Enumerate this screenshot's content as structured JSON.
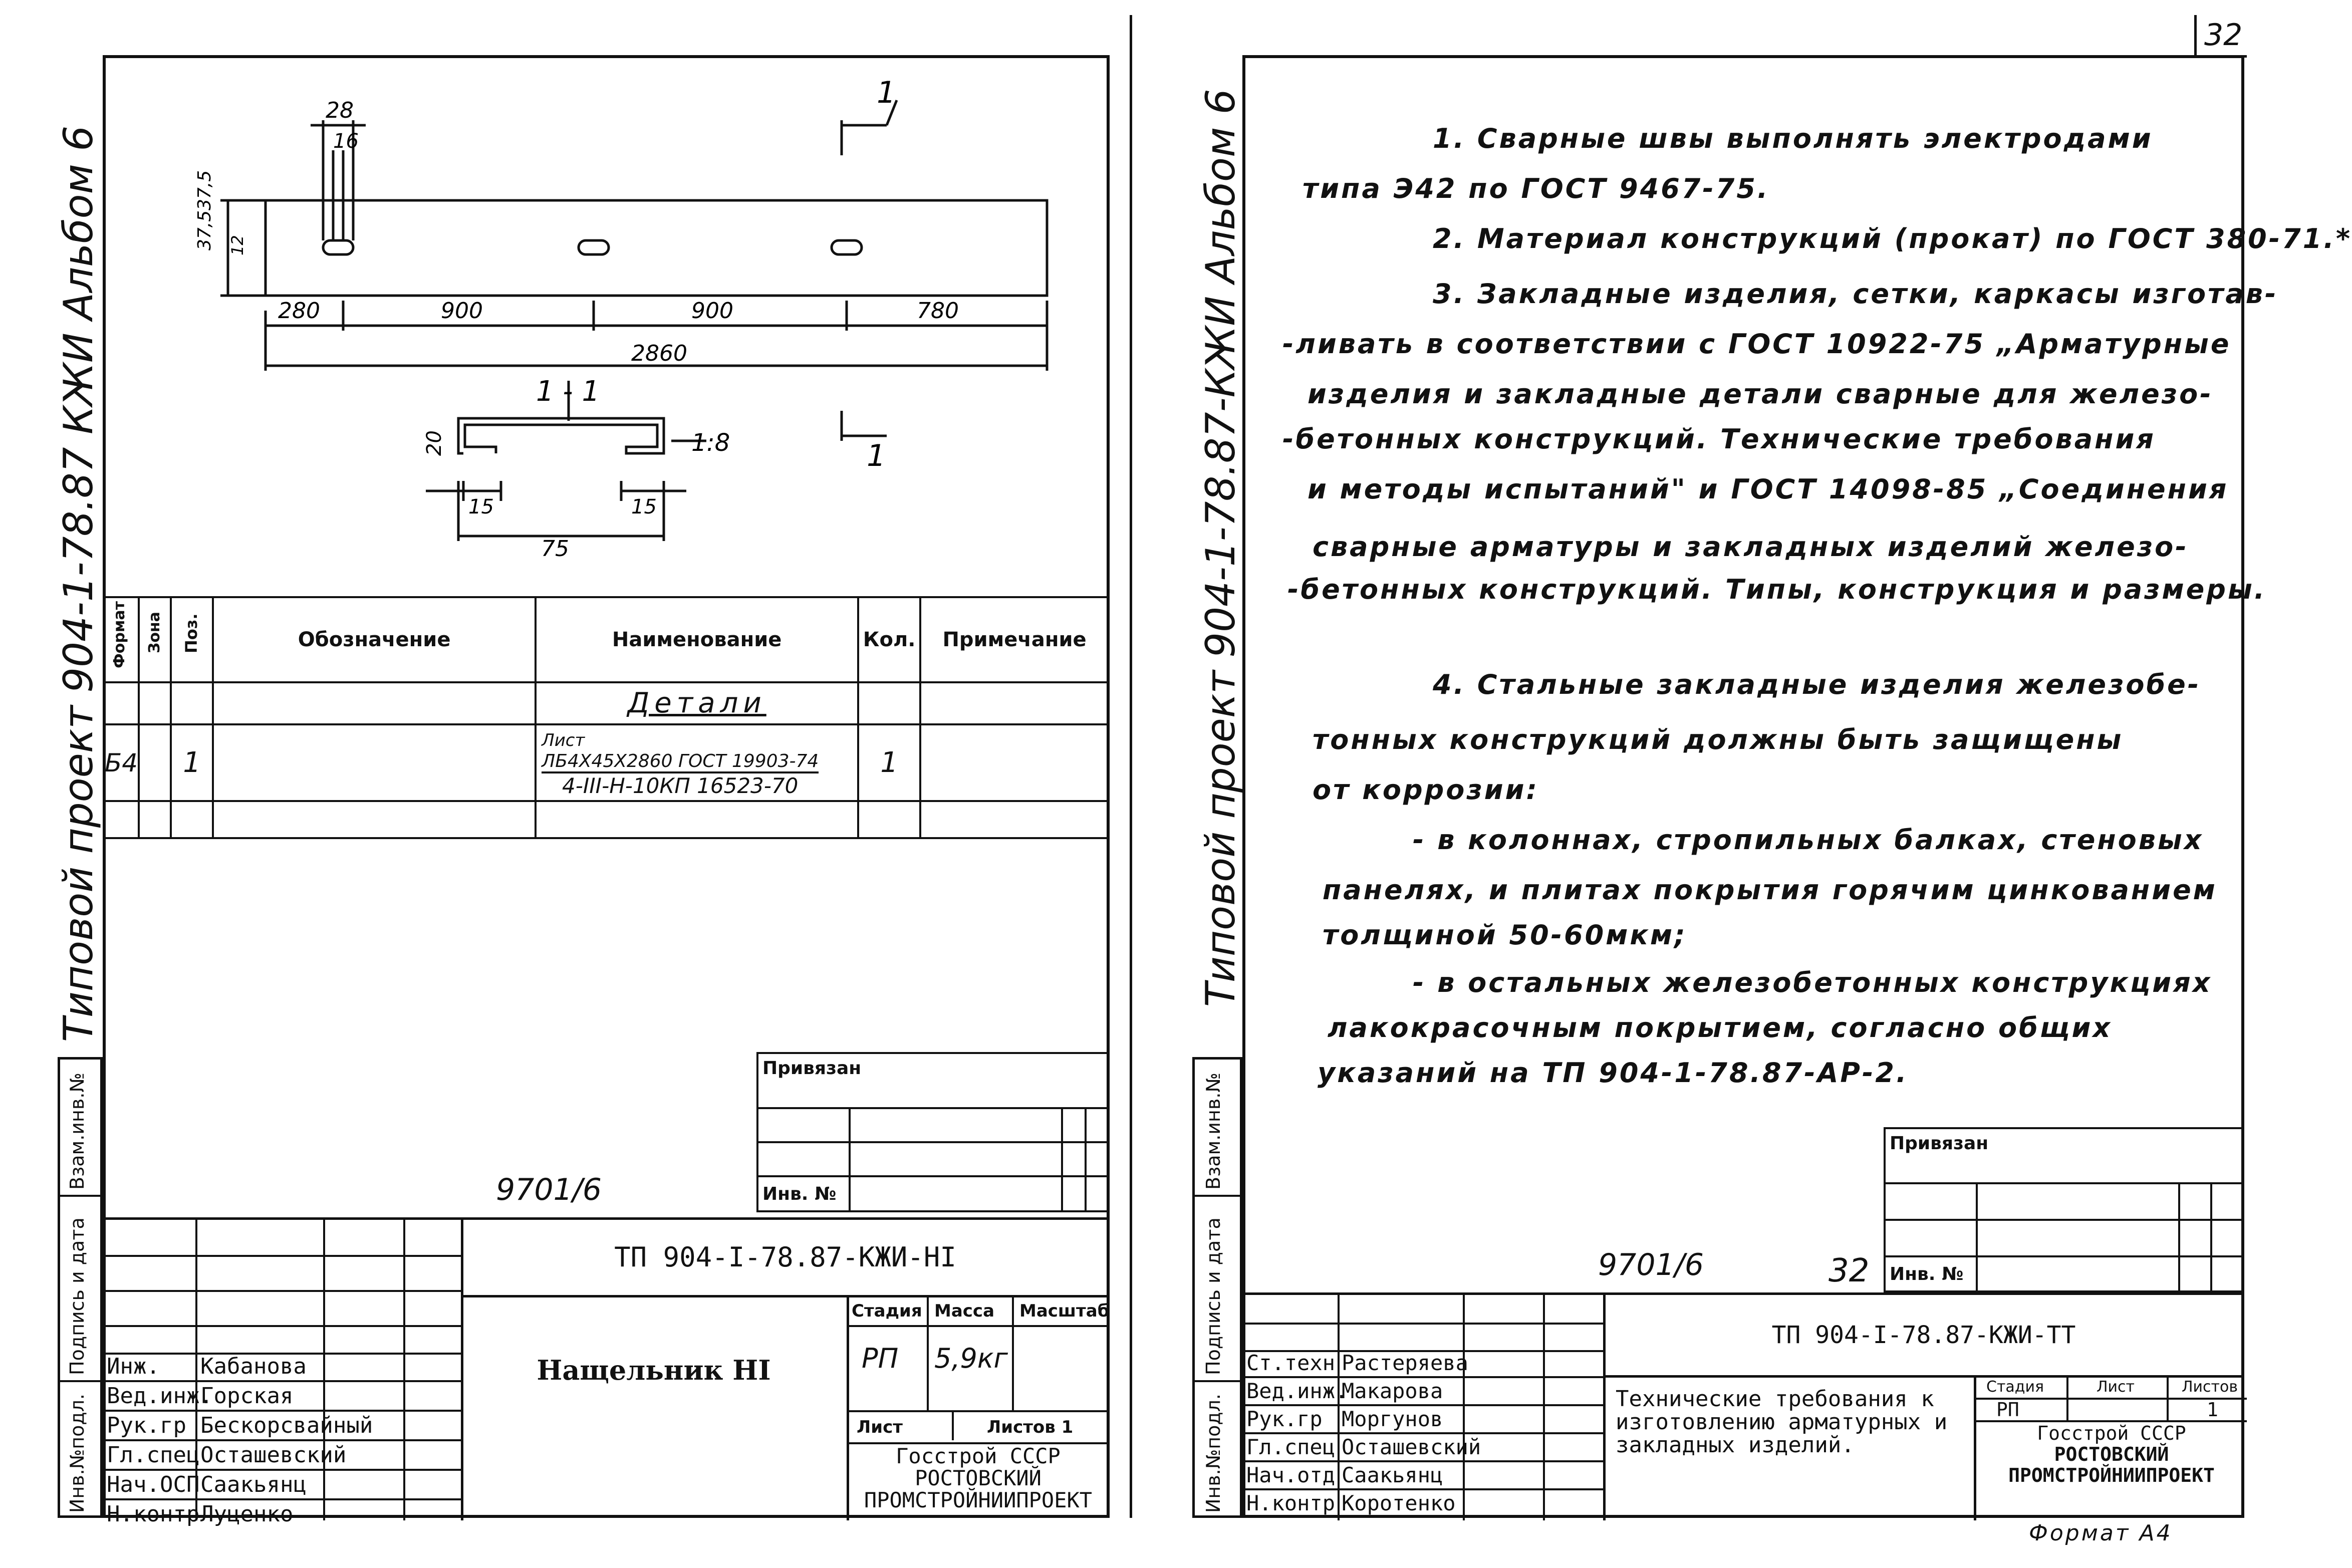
{
  "left_sheet": {
    "side_label_project": "Типовой проект  904-1-78.87 КЖИ  Альбом 6",
    "side_stamp_labels": [
      "Инв.№подл.",
      "Подпись и дата",
      "Взам.инв.№"
    ],
    "drawing": {
      "dims_top": [
        "28",
        "16"
      ],
      "dims_left": [
        "37,5",
        "37,5",
        "12"
      ],
      "dims_bottom": [
        "280",
        "900",
        "900",
        "780"
      ],
      "dim_total": "2860",
      "section_mark": "1",
      "section_title": "1 - 1",
      "section_dims": [
        "20",
        "15",
        "15",
        "75"
      ],
      "slope": "1:8"
    },
    "spec_table": {
      "headers": [
        "Формат",
        "Зона",
        "Поз.",
        "Обозначение",
        "Наименование",
        "Кол.",
        "Примечание"
      ],
      "group_title": "Детали",
      "row": {
        "format": "Б4",
        "pos": "1",
        "name_prefix": "Лист",
        "name_line1": "ЛБ4Х45Х2860 ГОСТ 19903-74",
        "name_line2": "4-III-Н-10КП 16523-70",
        "qty": "1"
      }
    },
    "privyazan": "Привязан",
    "inv_no": "Инв. №",
    "stamp_number": "9701/6",
    "title_block": {
      "code": "ТП  904-I-78.87-КЖИ-НI",
      "name": "Нащельник  НI",
      "stage_label": "Стадия",
      "mass_label": "Масса",
      "scale_label": "Масштаб",
      "stage": "РП",
      "mass": "5,9кг",
      "sheet_label": "Лист",
      "sheets_label": "Листов 1",
      "org_line1": "Госстрой СССР",
      "org_line2": "РОСТОВСКИЙ",
      "org_line3": "ПРОМСТРОЙНИИПРОЕКТ",
      "people": [
        {
          "role": "Инж.",
          "name": "Кабанова"
        },
        {
          "role": "Вед.инж.",
          "name": "Горская"
        },
        {
          "role": "Рук.гр",
          "name": "Бескорсвайный"
        },
        {
          "role": "Гл.спец",
          "name": "Осташевский"
        },
        {
          "role": "Нач.ОСП",
          "name": "Саакьянц"
        },
        {
          "role": "Н.контр",
          "name": "Луценко"
        }
      ]
    }
  },
  "right_sheet": {
    "page_number": "32",
    "side_label_project": "Типовой проект  904-1-78.87-КЖИ  Альбом 6",
    "side_stamp_labels": [
      "Инв.№подл.",
      "Подпись и дата",
      "Взам.инв.№"
    ],
    "notes": [
      "1. Сварные швы выполнять электродами",
      "типа Э42 по ГОСТ 9467-75.",
      "2. Материал конструкций (прокат) по ГОСТ 380-71.*",
      "3. Закладные изделия, сетки, каркасы изготав-",
      "-ливать в соответствии с ГОСТ 10922-75 „Арматурные",
      "изделия и закладные детали сварные для железо-",
      "-бетонных конструкций. Технические требования",
      "и методы испытаний\" и ГОСТ 14098-85 „Соединения",
      "сварные арматуры и закладных изделий железо-",
      "-бетонных конструкций. Типы, конструкция и размеры.",
      "4. Стальные закладные изделия железобе-",
      "тонных конструкций должны быть защищены",
      "от коррозии:",
      "- в колоннах, стропильных балках, стеновых",
      "панелях, и плитах покрытия горячим цинкованием",
      "толщиной 50-60мкм;",
      "- в остальных железобетонных конструкциях",
      "лакокрасочным покрытием, согласно общих",
      "указаний на ТП 904-1-78.87-АР-2."
    ],
    "privyazan": "Привязан",
    "inv_no": "Инв. №",
    "stamp_number": "9701/6",
    "sheet_mark": "32",
    "title_block": {
      "code": "ТП 904-I-78.87-КЖИ-ТТ",
      "name": "Технические требования к изготовлению арматурных и закладных изделий.",
      "stage_label": "Стадия",
      "sheet_label": "Лист",
      "sheets_label": "Листов",
      "stage": "РП",
      "sheets": "1",
      "org_line1": "Госстрой СССР",
      "org_line2": "РОСТОВСКИЙ",
      "org_line3": "ПРОМСТРОЙНИИПРОЕКТ",
      "people": [
        {
          "role": "Ст.техн",
          "name": "Растеряева"
        },
        {
          "role": "Вед.инж.",
          "name": "Макарова"
        },
        {
          "role": "Рук.гр",
          "name": "Моргунов"
        },
        {
          "role": "Гл.спец",
          "name": "Осташевский"
        },
        {
          "role": "Нач.отд",
          "name": "Саакьянц"
        },
        {
          "role": "Н.контр",
          "name": "Коротенко"
        }
      ]
    },
    "format": "Формат А4"
  }
}
